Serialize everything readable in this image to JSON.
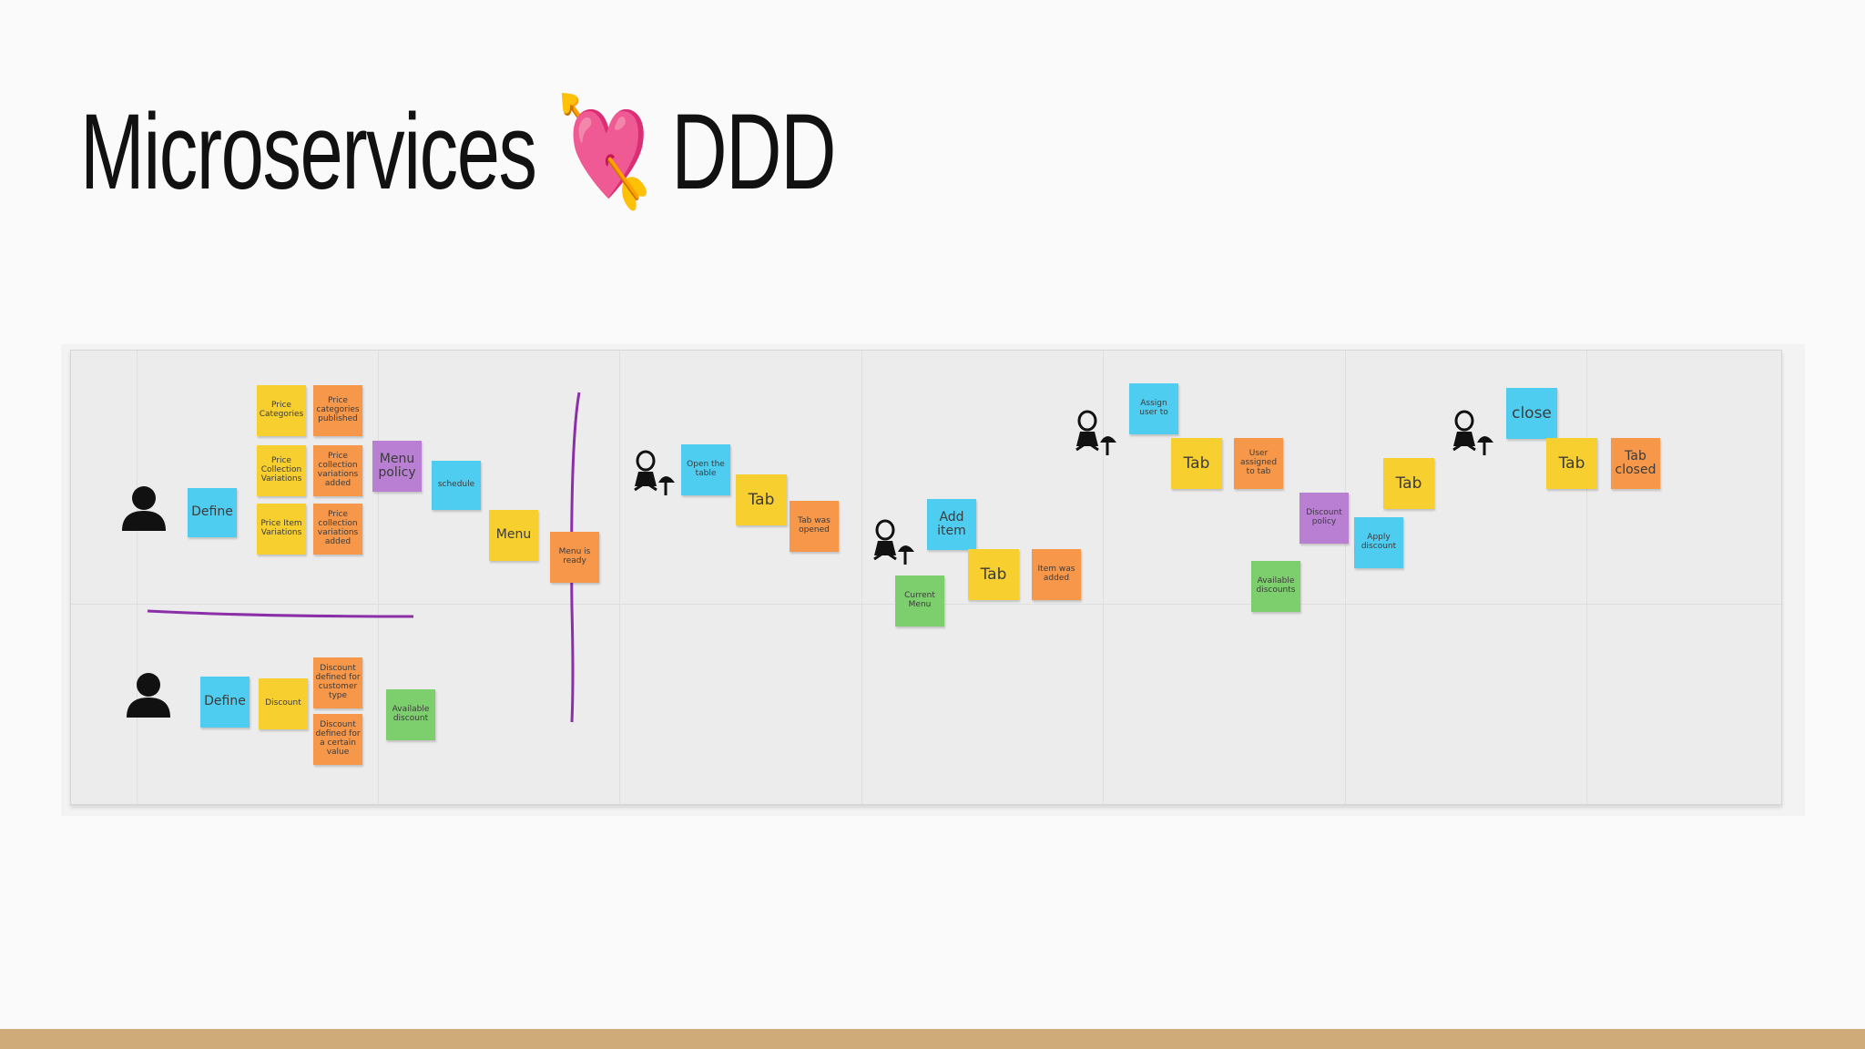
{
  "slide": {
    "title_text": "Microservices",
    "title_emoji": "💘",
    "title_suffix": "DDD"
  },
  "board": {
    "stickies": {
      "define_1": "Define",
      "yellow_a": "Price Categories",
      "orange_a": "Price categories published",
      "yellow_b": "Price Collection Variations",
      "orange_b": "Price collection variations added",
      "yellow_c": "Price Item Variations",
      "orange_c": "Price collection variations added",
      "menu_policy": "Menu policy",
      "schedule": "schedule",
      "menu": "Menu",
      "menu_ready": "Menu is ready",
      "define_2": "Define",
      "discount": "Discount",
      "orange_d": "Discount defined for customer type",
      "orange_e": "Discount defined for a certain value",
      "green_a": "Available discount",
      "open_table": "Open the table",
      "tab_1": "Tab",
      "tab_opened": "Tab was opened",
      "add_item": "Add item",
      "current_menu": "Current Menu",
      "tab_2": "Tab",
      "item_added": "Item was added",
      "assign_user": "Assign user to",
      "tab_3": "Tab",
      "user_assigned": "User assigned to tab",
      "discount_policy": "Discount policy",
      "available_discounts": "Available discounts",
      "apply_discount": "Apply discount",
      "tab_4": "Tab",
      "close": "close",
      "tab_5": "Tab",
      "tab_closed": "Tab closed"
    },
    "colors": {
      "yellow": "#f7cf2e",
      "orange": "#f7974a",
      "blue": "#4fcdf0",
      "green": "#7dcf6d",
      "purple": "#b87fd3",
      "divider": "#8b2fa8",
      "footer": "#cfab7a"
    },
    "icons": [
      "person-icon",
      "waiter-icon"
    ]
  }
}
